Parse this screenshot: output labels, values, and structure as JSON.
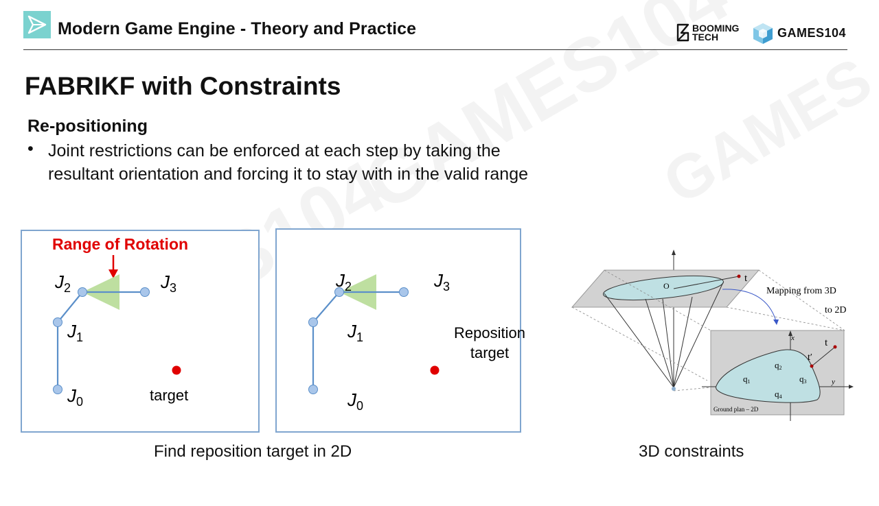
{
  "header": {
    "title": "Modern Game Engine - Theory and Practice",
    "brand_booming_line1": "BOOMING",
    "brand_booming_line2": "TECH",
    "brand_games": "GAMES104"
  },
  "slide": {
    "title": "FABRIKF with Constraints",
    "subtitle": "Re-positioning",
    "bullet_marker": "•",
    "bullet": "Joint restrictions can be enforced at each step by taking the resultant orientation and forcing it to stay with in the valid range"
  },
  "panel_left": {
    "heading": "Range of Rotation",
    "j_letter": "J",
    "j0": "0",
    "j1": "1",
    "j2": "2",
    "j3": "3",
    "target": "target"
  },
  "panel_right": {
    "j_letter": "J",
    "j0": "0",
    "j1": "1",
    "j2": "2",
    "j3": "3",
    "reposition_line1": "Reposition",
    "reposition_line2": "target"
  },
  "figure_3d": {
    "origin": "O",
    "t": "t",
    "t_prime": "t′",
    "mapping_line1": "Mapping from 3D",
    "mapping_line2": "to 2D",
    "x_axis": "x",
    "y_axis": "y",
    "q1": "q",
    "q1_sub": "1",
    "q2": "q",
    "q2_sub": "2",
    "q3": "q",
    "q3_sub": "3",
    "q4": "q",
    "q4_sub": "4",
    "ground_plan": "Ground plan – 2D"
  },
  "captions": {
    "left": "Find reposition target in 2D",
    "right": "3D constraints"
  },
  "colors": {
    "joint": "#a9c6ea",
    "bone": "#5b8fc9",
    "cone": "#b7dc96",
    "target": "#e00000",
    "range_label": "#e00000",
    "plane": "#cfcfcf",
    "ellipse": "#bfe0e3",
    "panel_border": "#7fa5cf",
    "logo": "#7bd2cf"
  }
}
